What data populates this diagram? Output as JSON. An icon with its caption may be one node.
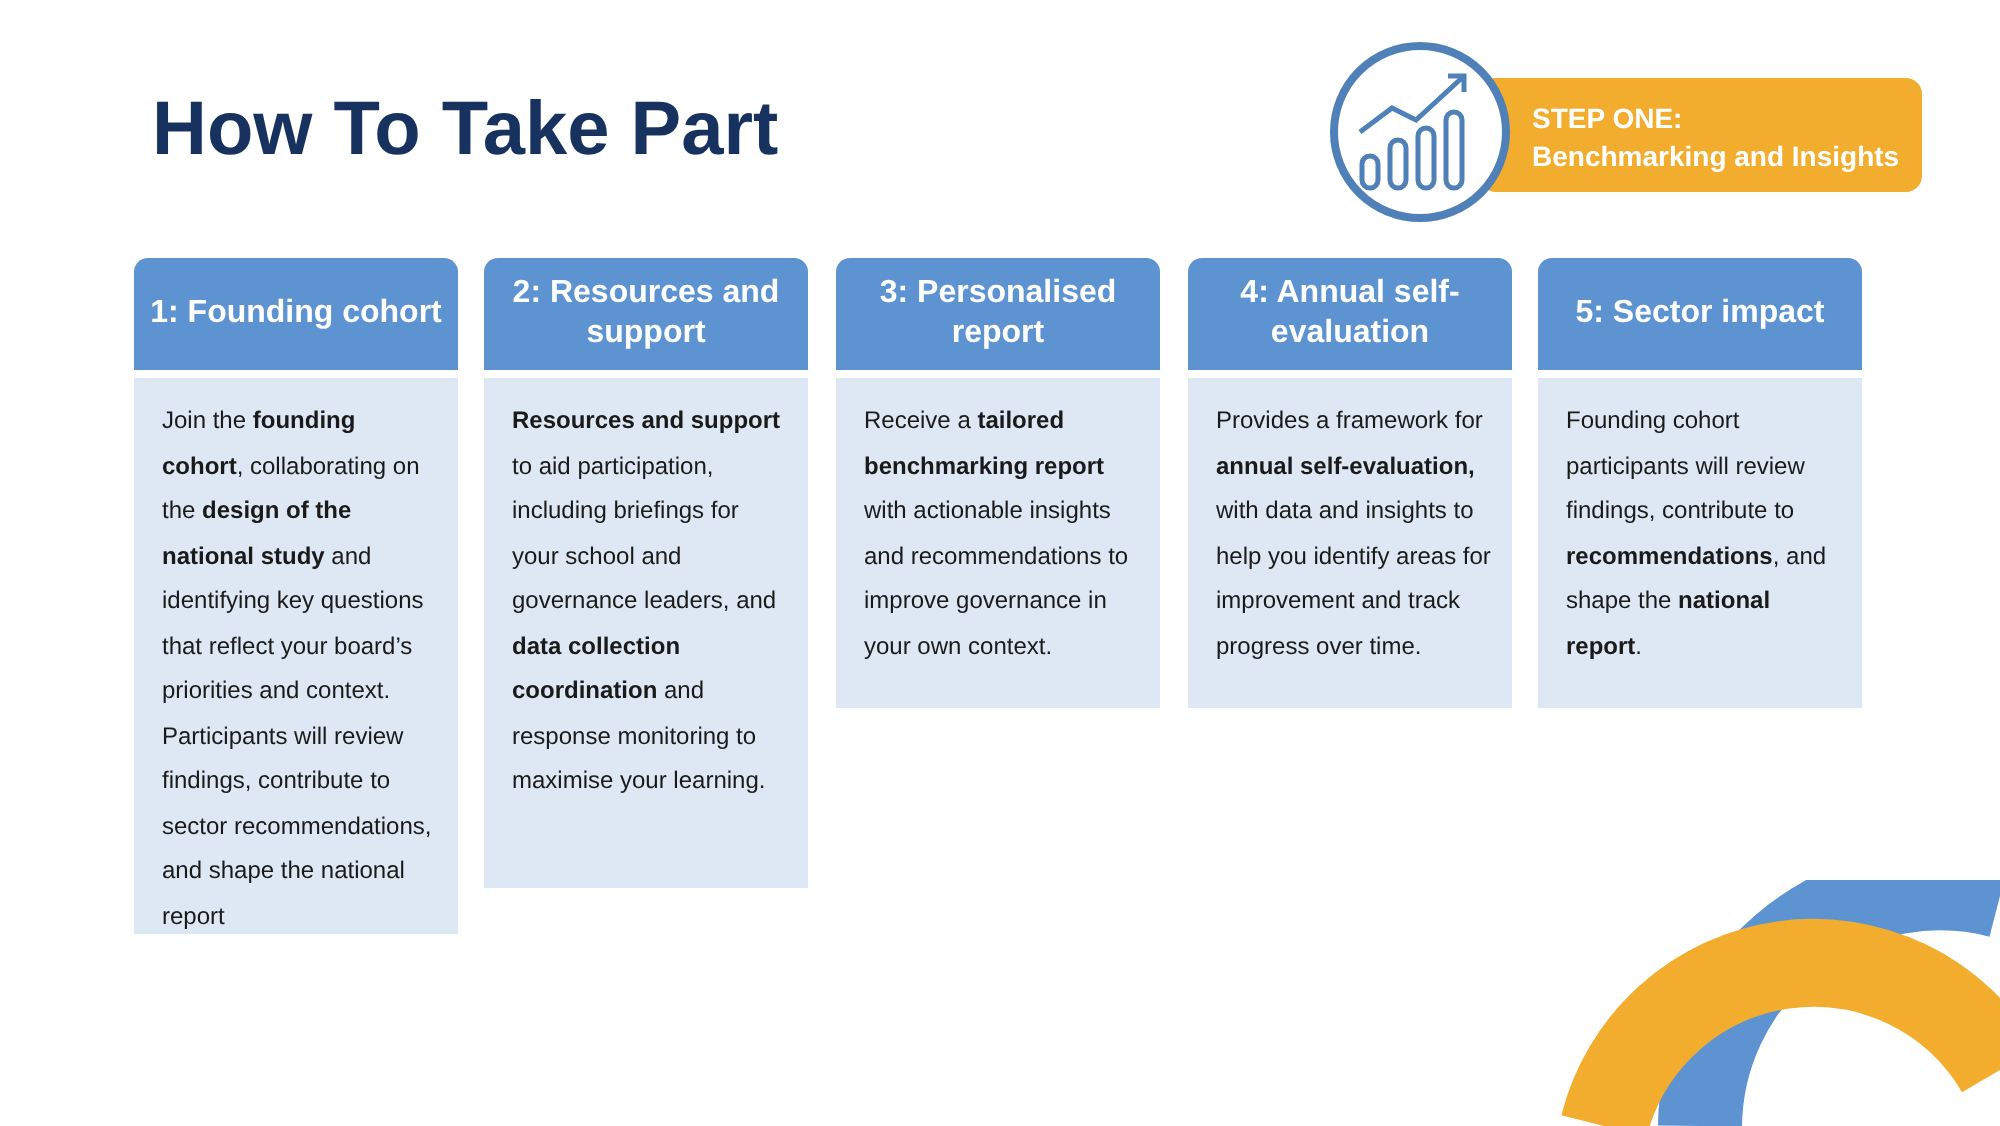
{
  "diagram": {
    "title": "How To Take Part",
    "nodes": [
      {
        "text": [
          "STEP ONE:",
          "Benchmarking and Insights"
        ]
      },
      {
        "text": [
          "1: Founding cohort",
          "Join the **founding cohort**, collaborating on the **design of the national study** and identifying key questions that reflect your board’s priorities and context. Participants will review findings, contribute to sector recommendations, and shape the national report"
        ]
      },
      {
        "text": [
          "2: Resources and support",
          "**Resources and support** to aid participation, including briefings for your school and governance leaders, and **data collection coordination** and response monitoring to maximise your learning."
        ]
      },
      {
        "text": [
          "3: Personalised report",
          "Receive a **tailored benchmarking report** with actionable insights and recommendations to improve governance in your own context."
        ]
      },
      {
        "text": [
          "4: Annual self-evaluation",
          "Provides a framework for **annual self-evaluation,** with data and insights to help you identify areas for improvement and track progress over time."
        ]
      },
      {
        "text": [
          "5: Sector impact",
          "Founding cohort participants will review findings, contribute to **recommendations**, and shape the **national report**."
        ]
      }
    ],
    "edges": []
  }
}
